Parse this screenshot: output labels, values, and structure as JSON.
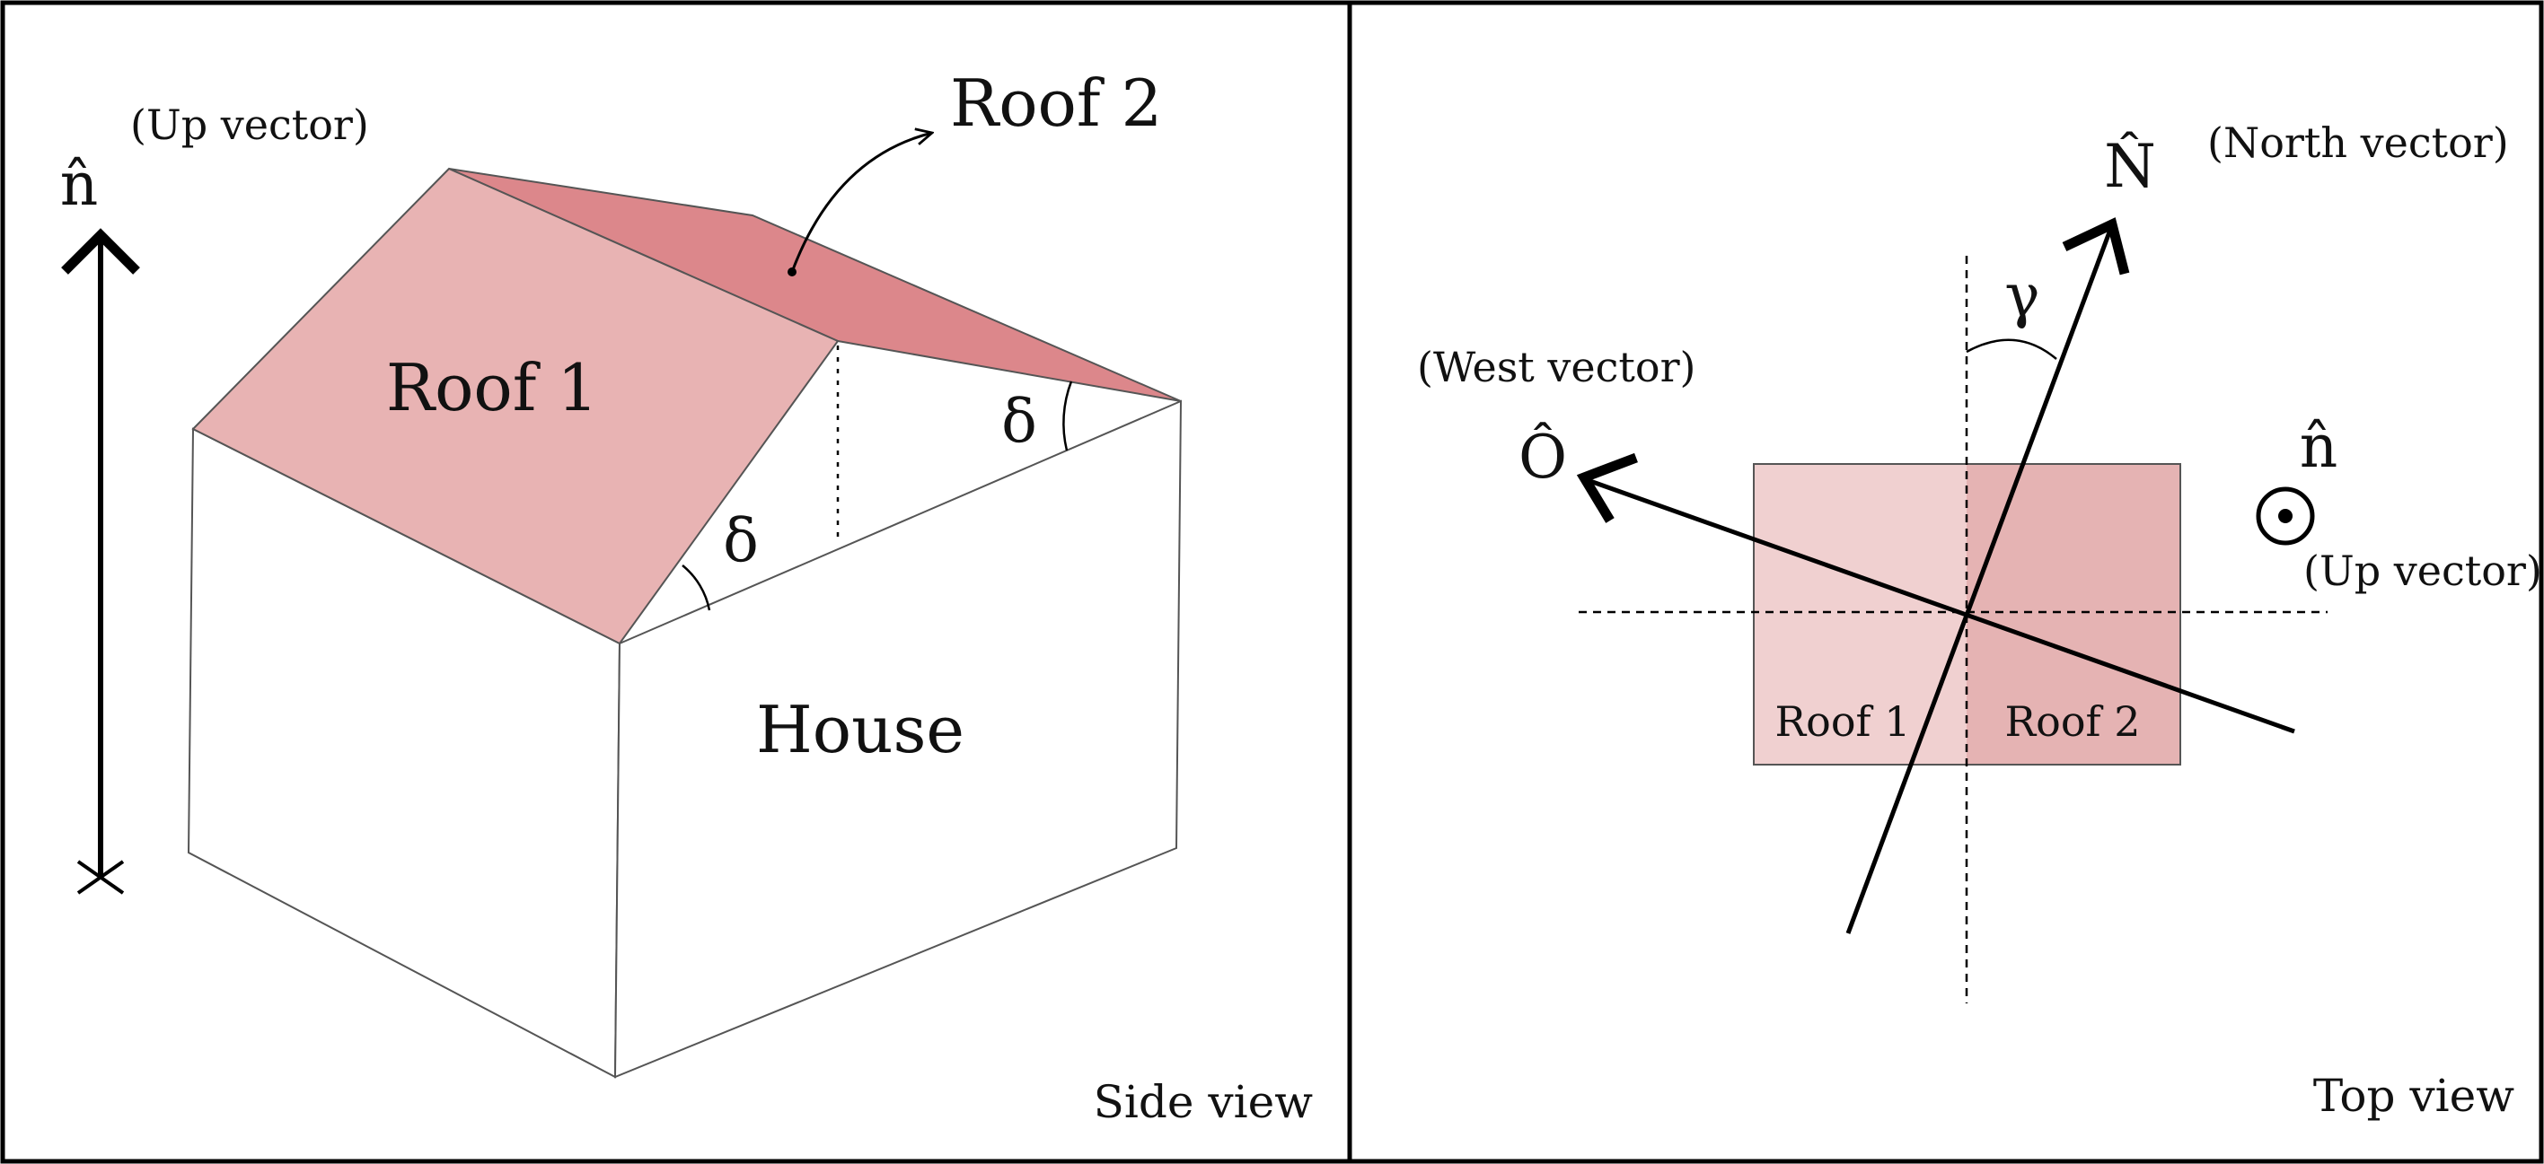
{
  "side_view": {
    "caption": "Side view",
    "up_vector_symbol": "n̂",
    "up_vector_label": "(Up vector)",
    "roof1_label": "Roof 1",
    "roof2_label": "Roof 2",
    "house_label": "House",
    "angle_symbol": "δ"
  },
  "top_view": {
    "caption": "Top view",
    "north_symbol": "N̂",
    "north_label": "(North vector)",
    "west_symbol": "Ô",
    "west_label": "(West vector)",
    "up_symbol": "n̂",
    "up_label": "(Up vector)",
    "angle_symbol": "γ",
    "roof1_label": "Roof 1",
    "roof2_label": "Roof 2"
  },
  "colors": {
    "roof1": "#e8b3b3",
    "roof2": "#dc878b",
    "roof1_top": "#f0d0d0",
    "roof2_top": "#e5b3b3",
    "outline": "#555555",
    "ink": "#000000"
  }
}
